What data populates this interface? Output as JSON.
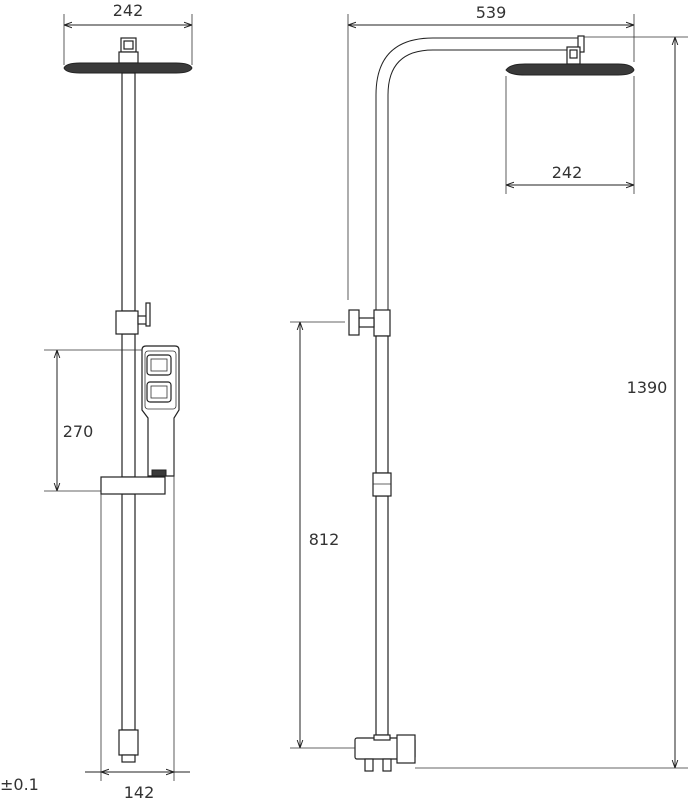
{
  "dimensions": {
    "front_head_width": "242",
    "front_handset_height": "270",
    "front_bottom_width": "142",
    "tolerance": "±0.1",
    "side_arm_reach": "539",
    "side_head_width": "242",
    "side_total_height": "1390",
    "side_outlet_height": "812"
  },
  "colors": {
    "line": "#222222",
    "head_fill": "#3a3a3a",
    "background": "#ffffff"
  }
}
